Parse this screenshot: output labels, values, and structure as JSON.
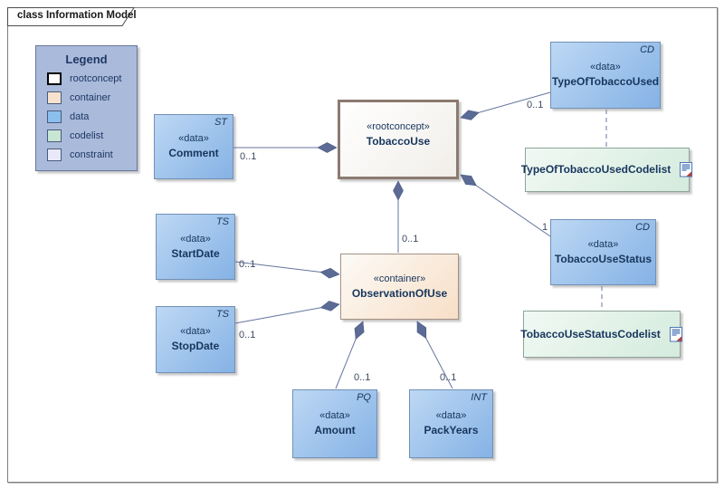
{
  "frame": {
    "title": "class Information Model"
  },
  "legend": {
    "title": "Legend",
    "items": [
      {
        "label": "rootconcept",
        "swatch": "#ffffff"
      },
      {
        "label": "container",
        "swatch": "#f6e2cd"
      },
      {
        "label": "data",
        "swatch": "#8bbfed"
      },
      {
        "label": "codelist",
        "swatch": "#c7e6d4"
      },
      {
        "label": "constraint",
        "swatch": "#e9e9f9"
      }
    ]
  },
  "nodes": [
    {
      "stereotype": "«rootconcept»",
      "name": "TobaccoUse",
      "marker": "",
      "kind": "rootconcept"
    },
    {
      "stereotype": "«data»",
      "name": "Comment",
      "marker": "ST",
      "kind": "data"
    },
    {
      "stereotype": "«data»",
      "name": "StartDate",
      "marker": "TS",
      "kind": "data"
    },
    {
      "stereotype": "«data»",
      "name": "StopDate",
      "marker": "TS",
      "kind": "data"
    },
    {
      "stereotype": "«container»",
      "name": "ObservationOfUse",
      "marker": "",
      "kind": "container"
    },
    {
      "stereotype": "«data»",
      "name": "Amount",
      "marker": "PQ",
      "kind": "data"
    },
    {
      "stereotype": "«data»",
      "name": "PackYears",
      "marker": "INT",
      "kind": "data"
    },
    {
      "stereotype": "«data»",
      "name": "TypeOfTobaccoUsed",
      "marker": "CD",
      "kind": "data"
    },
    {
      "stereotype": "«data»",
      "name": "TobaccoUseStatus",
      "marker": "CD",
      "kind": "data"
    },
    {
      "stereotype": "",
      "name": "TypeOfTobaccoUsedCodelist",
      "marker": "",
      "kind": "codelist"
    },
    {
      "stereotype": "",
      "name": "TobaccoUseStatusCodelist",
      "marker": "",
      "kind": "codelist"
    }
  ],
  "connectors": [
    {
      "from": "Comment",
      "to": "TobaccoUse",
      "multiplicity": "0..1",
      "type": "composition"
    },
    {
      "from": "StartDate",
      "to": "ObservationOfUse",
      "multiplicity": "0..1",
      "type": "composition"
    },
    {
      "from": "StopDate",
      "to": "ObservationOfUse",
      "multiplicity": "0..1",
      "type": "composition"
    },
    {
      "from": "ObservationOfUse",
      "to": "TobaccoUse",
      "multiplicity": "0..1",
      "type": "composition"
    },
    {
      "from": "Amount",
      "to": "ObservationOfUse",
      "multiplicity": "0..1",
      "type": "composition"
    },
    {
      "from": "PackYears",
      "to": "ObservationOfUse",
      "multiplicity": "0..1",
      "type": "composition"
    },
    {
      "from": "TypeOfTobaccoUsed",
      "to": "TobaccoUse",
      "multiplicity": "0..1",
      "type": "composition"
    },
    {
      "from": "TobaccoUseStatus",
      "to": "TobaccoUse",
      "multiplicity": "1",
      "type": "composition"
    },
    {
      "from": "TypeOfTobaccoUsed",
      "to": "TypeOfTobaccoUsedCodelist",
      "multiplicity": "",
      "type": "dashed-dependency"
    },
    {
      "from": "TobaccoUseStatus",
      "to": "TobaccoUseStatusCodelist",
      "multiplicity": "",
      "type": "dashed-dependency"
    }
  ],
  "colors": {
    "line": "#65759d",
    "diamond": "#5b6b95",
    "text": "#17365d"
  }
}
